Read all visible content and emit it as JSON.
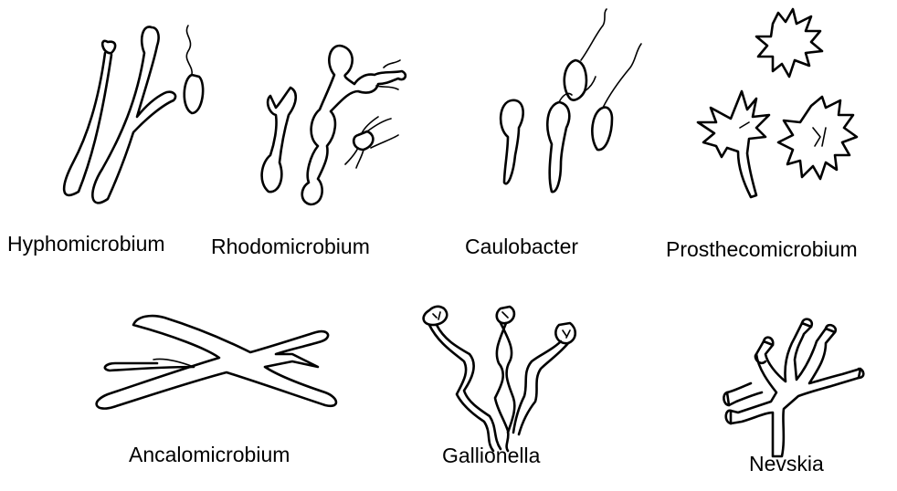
{
  "organisms": [
    {
      "id": "hyphomicrobium",
      "name": "Hyphomicrobium"
    },
    {
      "id": "rhodomicrobium",
      "name": "Rhodomicrobium"
    },
    {
      "id": "caulobacter",
      "name": "Caulobacter"
    },
    {
      "id": "prosthecomicrobium",
      "name": "Prosthecomicrobium"
    },
    {
      "id": "ancalomicrobium",
      "name": "Ancalomicrobium"
    },
    {
      "id": "gallionella",
      "name": "Gallionella"
    },
    {
      "id": "nevskia",
      "name": "Nevskia"
    }
  ],
  "style": {
    "ink_color": "#000000",
    "background_color": "#ffffff"
  }
}
